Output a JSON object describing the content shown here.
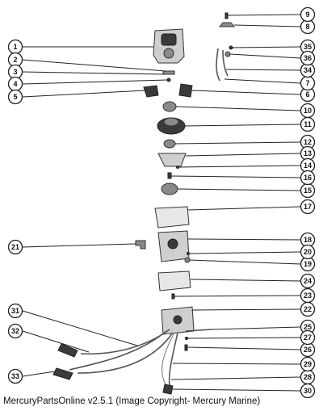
{
  "caption": "MercuryPartsOnline v2.5.1 (Image Copyright- Mercury Marine)",
  "callouts": [
    "1",
    "2",
    "3",
    "4",
    "5",
    "6",
    "7",
    "8",
    "9",
    "10",
    "11",
    "12",
    "13",
    "14",
    "15",
    "16",
    "17",
    "18",
    "19",
    "20",
    "21",
    "22",
    "23",
    "24",
    "25",
    "26",
    "27",
    "28",
    "29",
    "30",
    "31",
    "32",
    "33",
    "34",
    "35",
    "36"
  ]
}
